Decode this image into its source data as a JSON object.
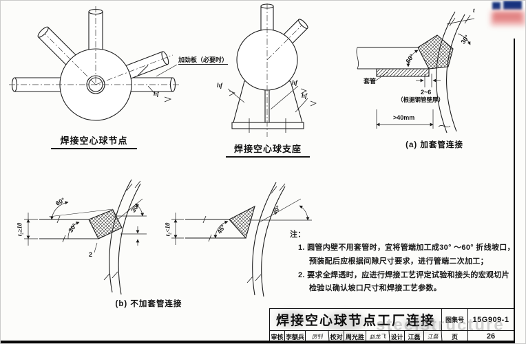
{
  "page": {
    "title": "焊接空心球节点工厂连接",
    "atlas_label": "图集号",
    "atlas_no": "15G909-1",
    "page_label": "页",
    "page_no": "26",
    "watermark": "steelstructure"
  },
  "approval": {
    "review_label": "审核",
    "review_name": "李额兵",
    "review_sig": "厉钊",
    "check_label": "校对",
    "check_name": "周光胜",
    "check_sig": "赵龙飞",
    "design_label": "设计",
    "design_name": "江磊",
    "design_sig": "江磊"
  },
  "figures": {
    "weld_label": "hf",
    "joint": {
      "caption": "焊接空心球节点",
      "stiffener": "加劲板（必要时）"
    },
    "support": {
      "caption": "焊接空心球支座"
    },
    "detail_a": {
      "caption": "(a) 加套管连接",
      "sleeve": "套管",
      "angle_left": "60°",
      "angle_right": "30°",
      "wall": "t",
      "gap": "2~6",
      "gap_note": "（根据钢管壁厚）",
      "min_len": ">40mm"
    },
    "detail_b": {
      "caption": "(b) 不加套管连接",
      "b1": {
        "thickness": "t₂≥10",
        "angle_top": "60°",
        "angle_groove": "30°",
        "angle_shell": "30°",
        "root_gap": "2"
      },
      "b2": {
        "thickness": "t₂<10",
        "angle_groove": "45°",
        "angle_shell": "30°"
      }
    }
  },
  "notes": {
    "title": "注：",
    "line1": "1. 圆管内壁不用套管时，宜将管端加工成30° ～60° 折线坡口，",
    "line2": "预装配后应根据间隙尺寸要求，进行管端二次加工；",
    "line3": "2. 要求全焊透时，应进行焊接工艺评定试验和接头的宏观切片",
    "line4": "检验以确认坡口尺寸和焊接工艺参数。"
  }
}
